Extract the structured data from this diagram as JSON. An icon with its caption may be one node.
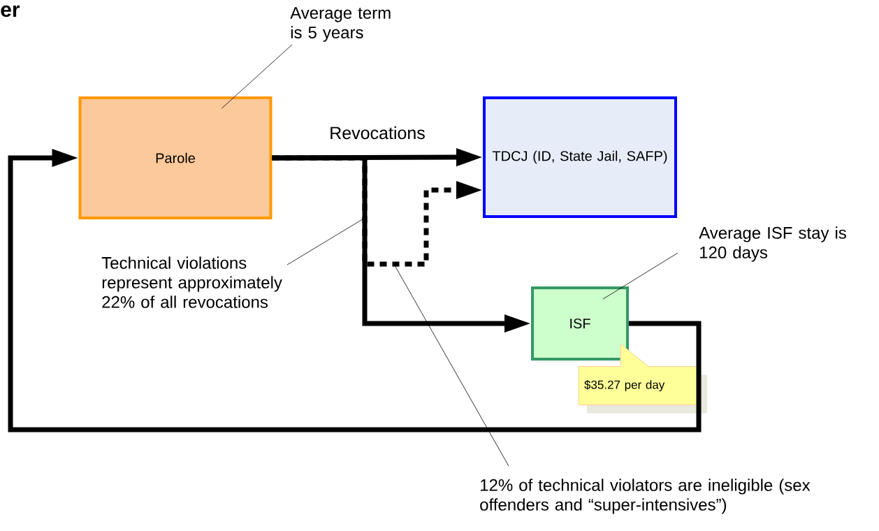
{
  "diagram": {
    "title": "er",
    "nodes": [
      {
        "text": [
          "Parole"
        ]
      },
      {
        "text": [
          "TDCJ (ID, State Jail, SAFP)"
        ]
      },
      {
        "text": [
          "ISF"
        ]
      },
      {
        "text": [
          "$35.27 per day"
        ]
      },
      {
        "text": [
          "Average term is 5 years"
        ]
      },
      {
        "text": [
          "Technical violations represent approximately 22% of all revocations"
        ]
      },
      {
        "text": [
          "12% of technical violators are ineligible (sex offenders and “super-intensives”)"
        ]
      },
      {
        "text": [
          "Average ISF stay is 120 days"
        ]
      }
    ],
    "edges": [
      {
        "from": 0,
        "to": 1,
        "arrow": "to",
        "label": "Revocations",
        "style": "thick"
      },
      {
        "from": 0,
        "to": 2,
        "arrow": "to",
        "style": "thick"
      },
      {
        "from": 0,
        "to": 1,
        "arrow": "to",
        "style": "dashed"
      },
      {
        "from": 2,
        "to": 0,
        "arrow": "to",
        "style": "thick"
      },
      {
        "from": 4,
        "to": 0,
        "arrow": "none"
      },
      {
        "from": 5,
        "to": null,
        "arrow": "none"
      },
      {
        "from": 6,
        "to": null,
        "arrow": "none"
      },
      {
        "from": 7,
        "to": 2,
        "arrow": "none"
      }
    ]
  }
}
